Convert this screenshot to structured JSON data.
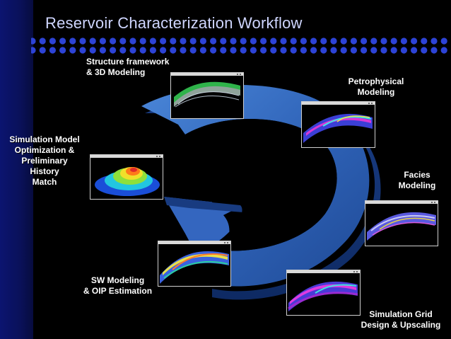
{
  "title": "Reservoir Characterization Workflow",
  "steps": [
    {
      "label": "Structure framework\n& 3D Modeling",
      "thumbnail": "structure-model-image"
    },
    {
      "label": "Petrophysical\nModeling",
      "thumbnail": "petrophysical-model-image"
    },
    {
      "label": "Facies\nModeling",
      "thumbnail": "facies-model-image"
    },
    {
      "label": "Simulation Grid\nDesign & Upscaling",
      "thumbnail": "simulation-grid-image"
    },
    {
      "label": "SW Modeling\n& OIP Estimation",
      "thumbnail": "sw-model-image"
    },
    {
      "label": "Simulation Model\nOptimization &\nPreliminary\nHistory\nMatch",
      "thumbnail": "history-match-image"
    }
  ],
  "colors": {
    "background": "#000000",
    "band": "#0b1470",
    "title": "#cfd6ff",
    "dots": "#2d43d6",
    "arrow": "#2f5fb0"
  }
}
